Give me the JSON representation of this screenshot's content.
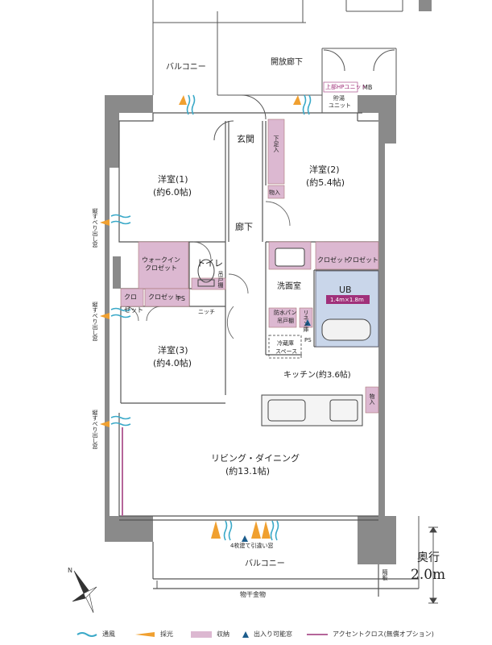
{
  "rooms": {
    "balcony_top": "バルコニー",
    "open_corridor": "開放廊下",
    "entrance": "玄関",
    "shoe_storage": "下足入",
    "storage_1": "物入",
    "bedroom1_name": "洋室(1)",
    "bedroom1_size": "(約6.0帖)",
    "bedroom2_name": "洋室(2)",
    "bedroom2_size": "(約5.4帖)",
    "hallway": "廊下",
    "walkin_1": "ウォークイン",
    "walkin_2": "クロゼット",
    "toilet": "トイレ",
    "toilet_cabinet": "吊戸棚",
    "closet_left_a": "クロ",
    "closet_left_b": "ゼット",
    "closet_left_c": "クロゼット",
    "ps_left": "PS",
    "niche": "ニッチ",
    "washroom": "洗面室",
    "closet_right_a": "クロゼット",
    "closet_right_b": "クロゼット",
    "ub": "UB",
    "ub_size": "1.4m×1.8m",
    "waterproof_pan": "防水パン",
    "washroom_cabinet": "吊戸棚",
    "linen": "リネン庫",
    "fridge_1": "冷蔵庫",
    "fridge_2": "スペース",
    "ps_right": "PS",
    "bedroom3_name": "洋室(3)",
    "bedroom3_size": "(約4.0帖)",
    "kitchen": "キッチン(約3.6帖)",
    "storage_2": "物入",
    "living_name": "リビング・ダイニング",
    "living_size": "(約13.1帖)",
    "window_note": "4枚建て引違い窓",
    "balcony_bottom": "バルコニー",
    "partition": "隔板",
    "laundry": "物干金物",
    "mb": "MB",
    "hp_unit": "上部HPユニット",
    "water_heater_1": "貯湯",
    "water_heater_2": "ユニット",
    "side_window_label": "縦すべり出し窓",
    "depth_label": "奥行",
    "depth_value": "2.0m"
  },
  "legend": {
    "ventilation": "通風",
    "daylight": "採光",
    "storage": "収納",
    "window_exit": "出入り可能窓",
    "accent": "アクセントクロス(無償オプション)"
  },
  "colors": {
    "wall": "#8a8a8a",
    "storage": "#dcb8d1",
    "ub": "#c9d6ea",
    "ventilation": "#3aa9c8",
    "daylight": "#f0a030",
    "accent": "#b5659a",
    "ub_label_bg": "#a0307a",
    "window_exit": "#1b5c8c"
  }
}
